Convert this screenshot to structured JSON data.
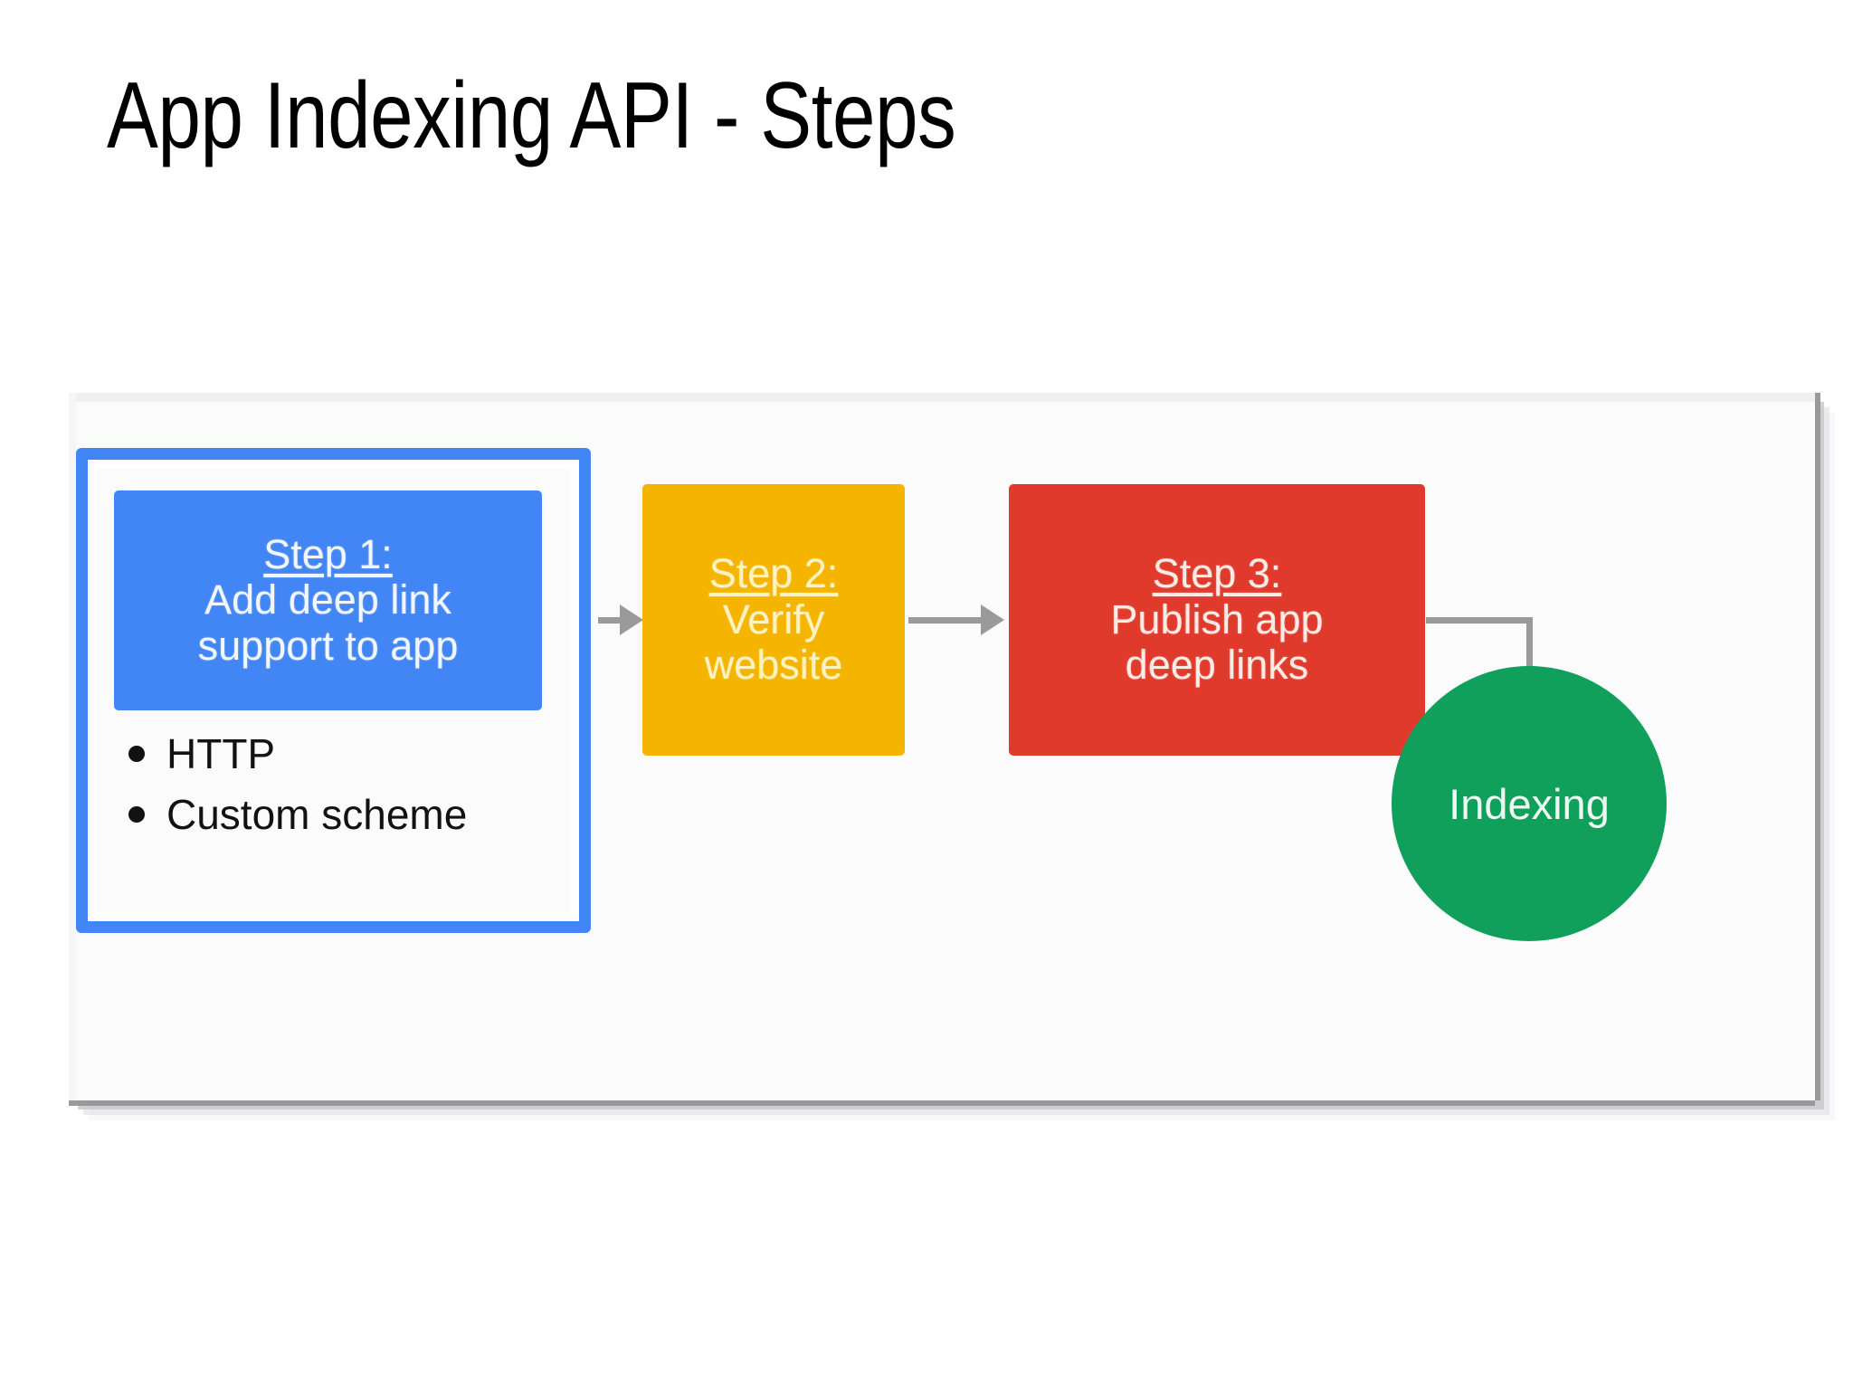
{
  "slide": {
    "title": "App Indexing API - Steps"
  },
  "diagram": {
    "steps": [
      {
        "id": "step-1",
        "head": "Step 1:",
        "line1": "Add deep link",
        "line2": "support to app",
        "color": "#4285f4",
        "bullets": [
          {
            "label": "HTTP"
          },
          {
            "label": "Custom scheme"
          }
        ]
      },
      {
        "id": "step-2",
        "head": "Step 2:",
        "line1": "Verify",
        "line2": "website",
        "color": "#f5b400"
      },
      {
        "id": "step-3",
        "head": "Step 3:",
        "line1": "Publish app",
        "line2": "deep links",
        "color": "#e03a2c"
      }
    ],
    "result": {
      "id": "indexing",
      "label": "Indexing",
      "color": "#11a05c"
    },
    "connector_color": "#9a9a9a"
  }
}
